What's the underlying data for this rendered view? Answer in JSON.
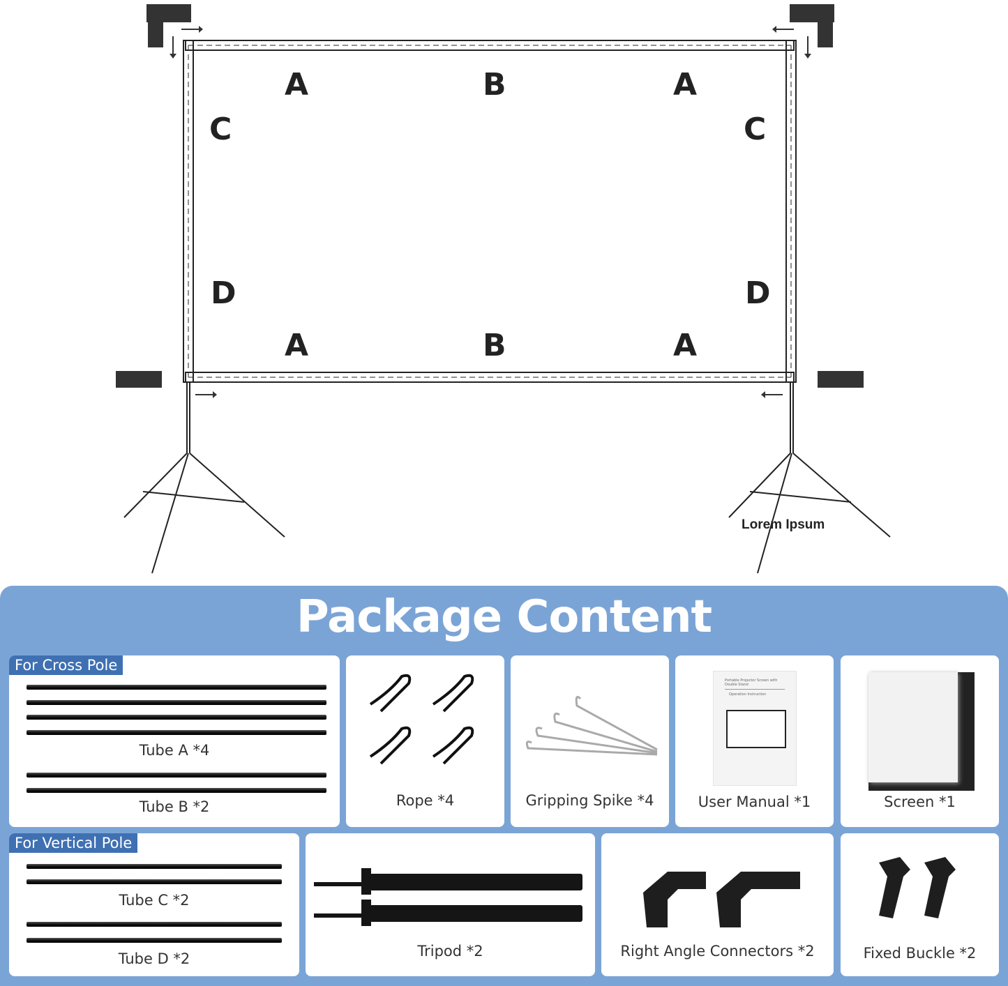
{
  "diagram": {
    "top_labels": [
      "A",
      "B",
      "A"
    ],
    "upper_side_labels": [
      "C",
      "C"
    ],
    "lower_side_labels": [
      "D",
      "D"
    ],
    "bottom_labels": [
      "A",
      "B",
      "A"
    ],
    "watermark": "Lorem Ipsum"
  },
  "package": {
    "title": "Package Content",
    "cross_pole": {
      "tag": "For Cross Pole",
      "tube_a": "Tube A *4",
      "tube_b": "Tube B *2"
    },
    "rope": "Rope *4",
    "spike": "Gripping Spike *4",
    "manual": {
      "caption": "User Manual  *1",
      "cover_title": "Portable Projector Screen with Double Stand",
      "cover_subtitle": "Operation Instruction"
    },
    "screen": "Screen *1",
    "vertical_pole": {
      "tag": "For Vertical Pole",
      "tube_c": "Tube C *2",
      "tube_d": "Tube D *2"
    },
    "tripod": "Tripod *2",
    "connectors": "Right Angle Connectors  *2",
    "buckle": "Fixed Buckle  *2"
  }
}
